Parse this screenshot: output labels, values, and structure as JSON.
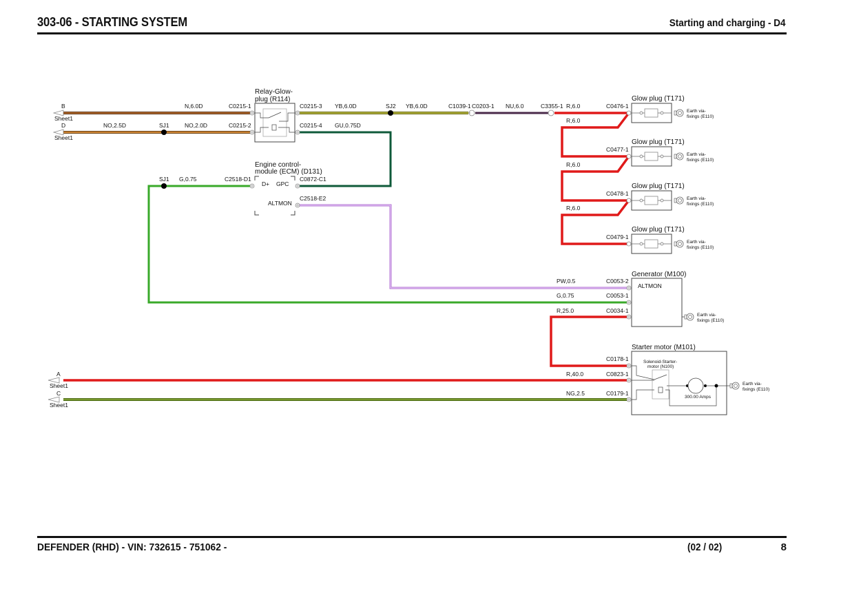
{
  "header": {
    "title": "303-06 - STARTING SYSTEM",
    "section": "Starting and charging - D4"
  },
  "footer": {
    "vehicle": "DEFENDER  (RHD) - VIN: 732615 - 751062 -",
    "page_of": "(02 / 02)",
    "page_number": "8"
  },
  "colors": {
    "brown_wire": "#a0522d",
    "orange_wire": "#c8782a",
    "yellow_black_wire": "#9a9a2a",
    "purple_blue_wire": "#4a2a4a",
    "red_wire": "#e01a1a",
    "dark_green_wire": "#0f5a3a",
    "green_wire": "#3aaa2a",
    "pink_white_wire": "#c890e0",
    "olive_wire": "#6a8a2a"
  },
  "offsheet": [
    {
      "letter": "B",
      "sheet": "Sheet1"
    },
    {
      "letter": "D",
      "sheet": "Sheet1"
    },
    {
      "letter": "A",
      "sheet": "Sheet1"
    },
    {
      "letter": "C",
      "sheet": "Sheet1"
    }
  ],
  "components": {
    "relay": {
      "line1": "Relay-Glow-",
      "line2": "plug (R114)"
    },
    "ecm": {
      "line1": "Engine control-",
      "line2": "module (ECM) (D131)",
      "pin_dplus": "D+",
      "pin_gpc": "GPC",
      "pin_altmon": "ALTMON"
    },
    "glow_plugs": [
      {
        "label": "Glow plug (T171)",
        "connector": "C0476-1"
      },
      {
        "label": "Glow plug (T171)",
        "connector": "C0477-1"
      },
      {
        "label": "Glow plug (T171)",
        "connector": "C0478-1"
      },
      {
        "label": "Glow plug (T171)",
        "connector": "C0479-1"
      }
    ],
    "generator": {
      "label": "Generator (M100)",
      "pin": "ALTMON"
    },
    "starter": {
      "label": "Starter motor (M101)",
      "solenoid_line1": "Solenoid-Starter-",
      "solenoid_line2": "motor (N100)",
      "rating": "300.00 Amps"
    },
    "earth": {
      "line1": "Earth via-",
      "line2": "fixings (E110)"
    }
  },
  "wires": {
    "b_line": "N,6.0D",
    "d_line_a": "NO,2.5D",
    "d_line_b": "NO,2.0D",
    "yb_a": "YB,6.0D",
    "yb_b": "YB,6.0D",
    "nu": "NU,6.0",
    "gu": "GU,0.75D",
    "g_ecm": "G,0.75",
    "r1": "R,6.0",
    "r2": "R,6.0",
    "r3": "R,6.0",
    "r4": "R,6.0",
    "pw": "PW,0.5",
    "g_gen": "G,0.75",
    "r25": "R,25.0",
    "r40": "R,40.0",
    "ng": "NG,2.5"
  },
  "splices": {
    "sj1": "SJ1",
    "sj2": "SJ2"
  },
  "connectors": {
    "c0215_1": "C0215-1",
    "c0215_2": "C0215-2",
    "c0215_3": "C0215-3",
    "c0215_4": "C0215-4",
    "c1039_1": "C1039-1",
    "c0203_1": "C0203-1",
    "c3355_1": "C3355-1",
    "c2518_d1": "C2518-D1",
    "c0872_c1": "C0872-C1",
    "c2518_e2": "C2518-E2",
    "c0053_2": "C0053-2",
    "c0053_1": "C0053-1",
    "c0034_1": "C0034-1",
    "c0178_1": "C0178-1",
    "c0823_1": "C0823-1",
    "c0179_1": "C0179-1"
  }
}
